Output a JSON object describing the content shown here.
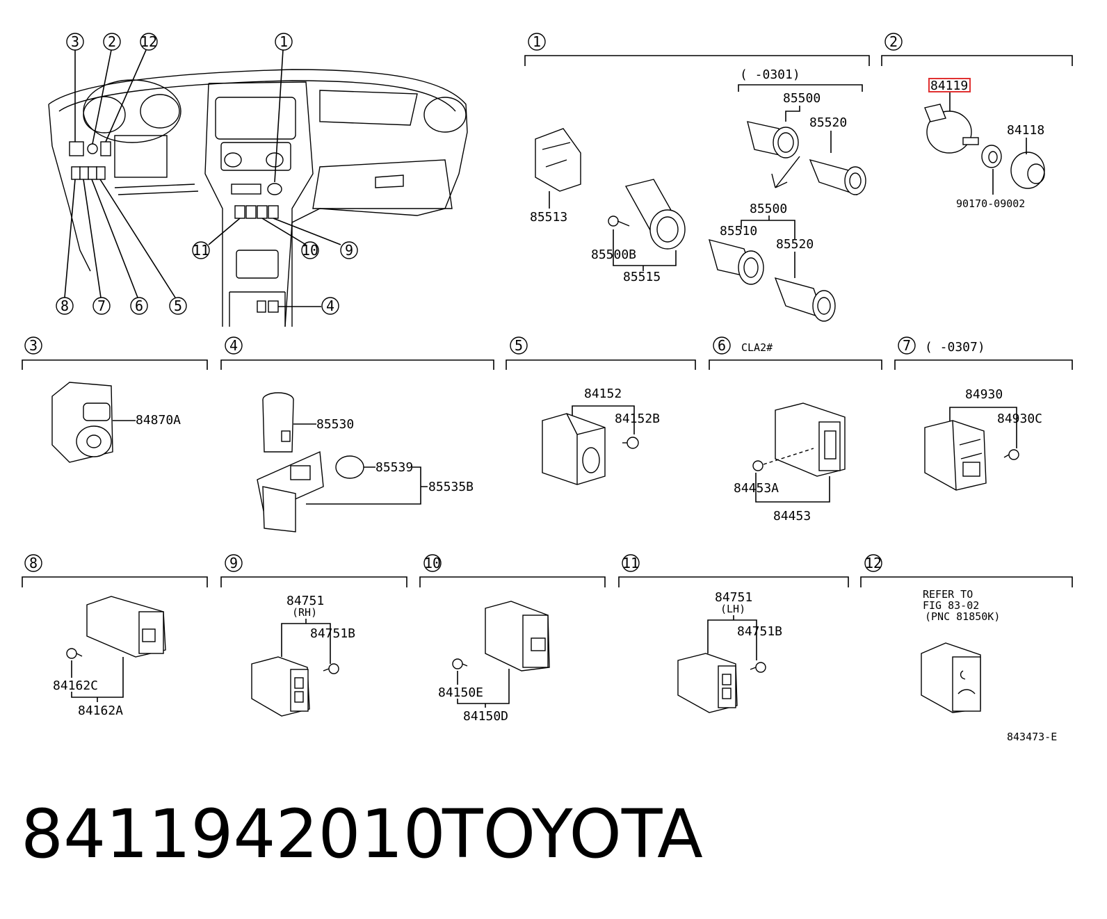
{
  "sections": {
    "s1": {
      "num": "1"
    },
    "s2": {
      "num": "2"
    },
    "s3": {
      "num": "3"
    },
    "s4": {
      "num": "4"
    },
    "s5": {
      "num": "5"
    },
    "s6": {
      "num": "6",
      "note": "CLA2#"
    },
    "s7": {
      "num": "7",
      "note": "(        -0307)"
    },
    "s8": {
      "num": "8"
    },
    "s9": {
      "num": "9"
    },
    "s10": {
      "num": "10"
    },
    "s11": {
      "num": "11"
    },
    "s12": {
      "num": "12"
    }
  },
  "overview_callouts": [
    "3",
    "2",
    "12",
    "1",
    "11",
    "10",
    "9",
    "8",
    "7",
    "6",
    "5",
    "4"
  ],
  "labels": {
    "s1_range": "(        -0301)",
    "p85500a": "85500",
    "p85520a": "85520",
    "p85513": "85513",
    "p85500b": "85500B",
    "p85515": "85515",
    "p85500c": "85500",
    "p85510": "85510",
    "p85520b": "85520",
    "p84119": "84119",
    "p84118": "84118",
    "p90170": "90170-09002",
    "p84870a": "84870A",
    "p85530": "85530",
    "p85539": "85539",
    "p85535b": "85535B",
    "p84152": "84152",
    "p84152b": "84152B",
    "p84453a": "84453A",
    "p84453": "84453",
    "p84930": "84930",
    "p84930c": "84930C",
    "p84162c": "84162C",
    "p84162a": "84162A",
    "p84751rh": "84751",
    "rh": "(RH)",
    "p84751b_rh": "84751B",
    "p84150e": "84150E",
    "p84150d": "84150D",
    "p84751lh": "84751",
    "lh": "(LH)",
    "p84751b_lh": "84751B",
    "refer1": "REFER TO",
    "refer2": "FIG 83-02",
    "refer3": "(PNC 81850K)",
    "fig_code": "843473-E"
  },
  "highlight_color": "#e03030",
  "footer": {
    "part_number": "8411942010",
    "brand": "TOYOTA"
  }
}
